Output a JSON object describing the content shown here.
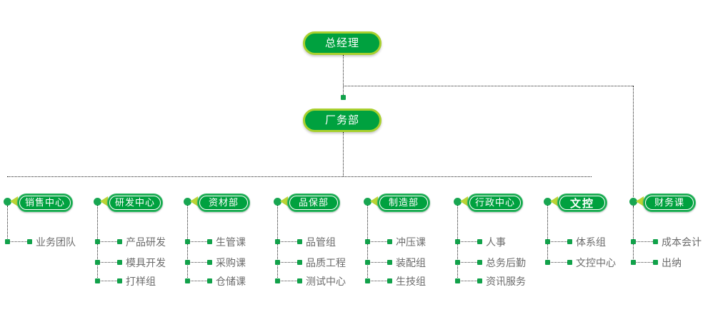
{
  "colors": {
    "node_fill": "#00a13f",
    "node_ring": "#a8d02e",
    "arrow": "#b9d435",
    "marker": "#18a651",
    "leaf_text": "#6b6b6b",
    "line": "#222222",
    "background": "#ffffff"
  },
  "top": {
    "label": "总经理"
  },
  "second": {
    "label": "厂务部"
  },
  "departments": [
    {
      "label": "销售中心",
      "width": 78,
      "emphasis": false,
      "children": [
        "业务团队"
      ]
    },
    {
      "label": "研发中心",
      "width": 78,
      "emphasis": false,
      "children": [
        "产品研发",
        "模具开发",
        "打样组"
      ]
    },
    {
      "label": "资材部",
      "width": 74,
      "emphasis": false,
      "children": [
        "生管课",
        "采购课",
        "仓储课"
      ]
    },
    {
      "label": "品保部",
      "width": 74,
      "emphasis": false,
      "children": [
        "品管组",
        "品质工程",
        "测试中心"
      ]
    },
    {
      "label": "制造部",
      "width": 74,
      "emphasis": false,
      "children": [
        "冲压课",
        "装配组",
        "生技组"
      ]
    },
    {
      "label": "行政中心",
      "width": 78,
      "emphasis": false,
      "children": [
        "人事",
        "总务后勤",
        "资讯服务"
      ]
    },
    {
      "label": "文控",
      "width": 70,
      "emphasis": true,
      "children": [
        "体系组",
        "文控中心"
      ]
    },
    {
      "label": "财务课",
      "width": 74,
      "emphasis": false,
      "children": [
        "成本会计",
        "出纳"
      ]
    }
  ]
}
